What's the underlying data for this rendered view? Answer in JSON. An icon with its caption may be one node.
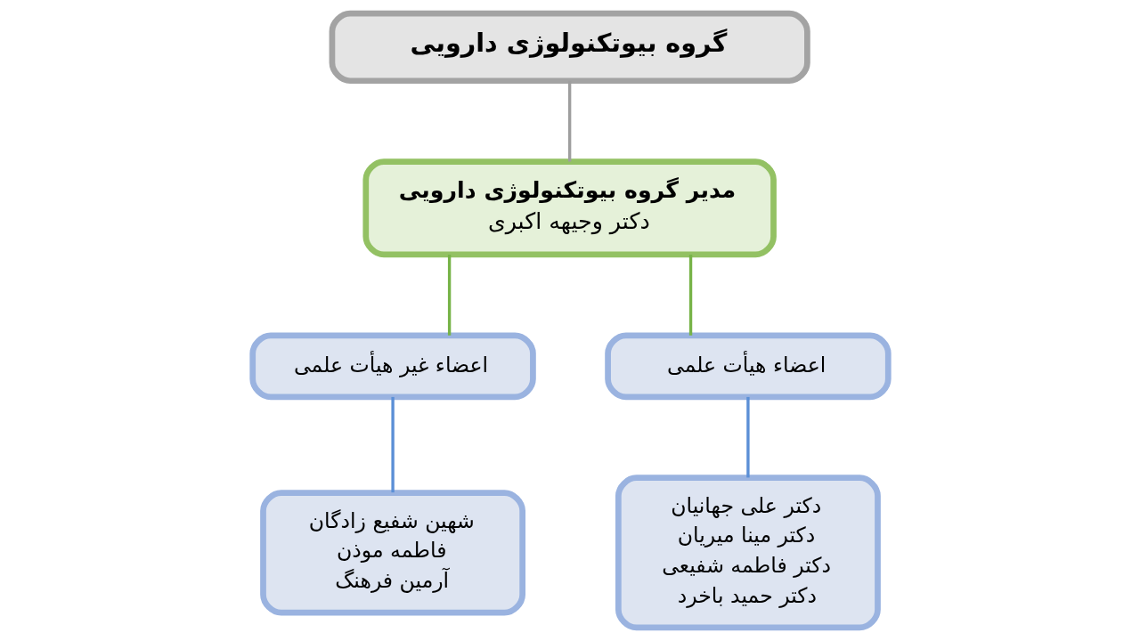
{
  "diagram": {
    "nodes": [
      {
        "text": [
          "گروه بیوتکنولوژی دارویی"
        ]
      },
      {
        "text": [
          "مدیر گروه بیوتکنولوژی دارویی",
          "دکتر وجیهه اکبری"
        ]
      },
      {
        "text": [
          "اعضاء هیأت علمی"
        ]
      },
      {
        "text": [
          "اعضاء غیر هیأت علمی"
        ]
      },
      {
        "text": [
          "دکتر علی جهانیان",
          "دکتر مینا میریان",
          "دکتر فاطمه شفیعی",
          "دکتر حمید باخرد"
        ]
      },
      {
        "text": [
          "شهین شفیع زادگان",
          "فاطمه موذن",
          "آرمین فرهنگ"
        ]
      }
    ],
    "edges": [
      {
        "from": 0,
        "to": 1,
        "arrow": "none",
        "color": "#9e9e9e"
      },
      {
        "from": 1,
        "to": 2,
        "arrow": "none",
        "color": "#77b348"
      },
      {
        "from": 1,
        "to": 3,
        "arrow": "none",
        "color": "#77b348"
      },
      {
        "from": 2,
        "to": 4,
        "arrow": "none",
        "color": "#5b8fd6"
      },
      {
        "from": 3,
        "to": 5,
        "arrow": "none",
        "color": "#5b8fd6"
      }
    ]
  }
}
